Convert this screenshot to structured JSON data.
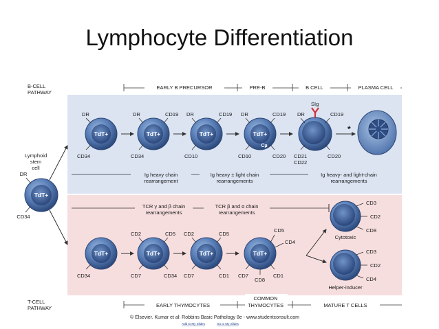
{
  "title": "Lymphocyte Differentiation",
  "colors": {
    "b_band": "#dce4f2",
    "t_band": "#f7dede",
    "cell_dark": "#3e5f95",
    "cell_light": "#7ea1cf",
    "arrow": "#333333"
  },
  "diagram": {
    "b_pathway_label": [
      "B-CELL",
      "PATHWAY"
    ],
    "t_pathway_label": [
      "T-CELL",
      "PATHWAY"
    ],
    "stem_label": [
      "Lymphoid",
      "stem",
      "cell"
    ],
    "b_stages": [
      "EARLY B PRECURSOR",
      "PRE-B",
      "B CELL",
      "PLASMA CELL"
    ],
    "t_stages": [
      "EARLY THYMOCYTES",
      "COMMON",
      "THYMOCYTES",
      "MATURE T CELLS"
    ],
    "tdt": "TdT+",
    "cmu": "Cμ",
    "b_marker_labels": [
      "DR",
      "CD34",
      "DR",
      "CD19",
      "CD34",
      "DR",
      "CD19",
      "CD10",
      "DR",
      "CD19",
      "CD10",
      "CD20",
      "DR",
      "CD19",
      "CD21",
      "CD22",
      "CD20",
      "SIg"
    ],
    "stem_markers": [
      "DR",
      "CD34"
    ],
    "b_rearrangements": [
      [
        "Ig heavy chain",
        "rearrangement"
      ],
      [
        "Ig heavy ± light chain",
        "rearrangements"
      ],
      [
        "Ig heavy- and light-chain",
        "rearrangements"
      ]
    ],
    "t_rearrangements": [
      [
        "TCR γ and β chain",
        "rearrangements"
      ],
      [
        "TCR β and α chain",
        "rearrangements"
      ]
    ],
    "t_marker_labels": [
      "CD34",
      "CD2",
      "CD5",
      "CD7",
      "CD34",
      "CD2",
      "CD5",
      "CD7",
      "CD1",
      "CD5",
      "CD4",
      "CD7",
      "CD8",
      "CD1"
    ],
    "mature_t_markers": [
      "CD3",
      "CD2",
      "CD8",
      "CD3",
      "CD2",
      "CD4"
    ],
    "cytotoxic_label": "Cytotoxic",
    "helper_label": "Helper-inducer",
    "asterisk": "*",
    "credit": "© Elsevier. Kumar et al: Robbins Basic Pathology 8e - www.studentconsult.com",
    "sub_links": [
      "Add to My Slides",
      "Go to My Slides"
    ]
  }
}
